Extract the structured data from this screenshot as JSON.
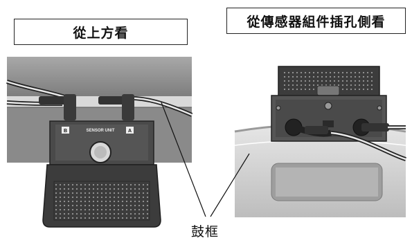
{
  "captions": {
    "top_view": "從上方看",
    "side_view": "從傳感器組件插孔側看"
  },
  "sensor_unit": {
    "label": "SENSOR UNIT",
    "port_b": "B",
    "port_a": "A"
  },
  "callout": {
    "rim_label": "鼓框"
  }
}
